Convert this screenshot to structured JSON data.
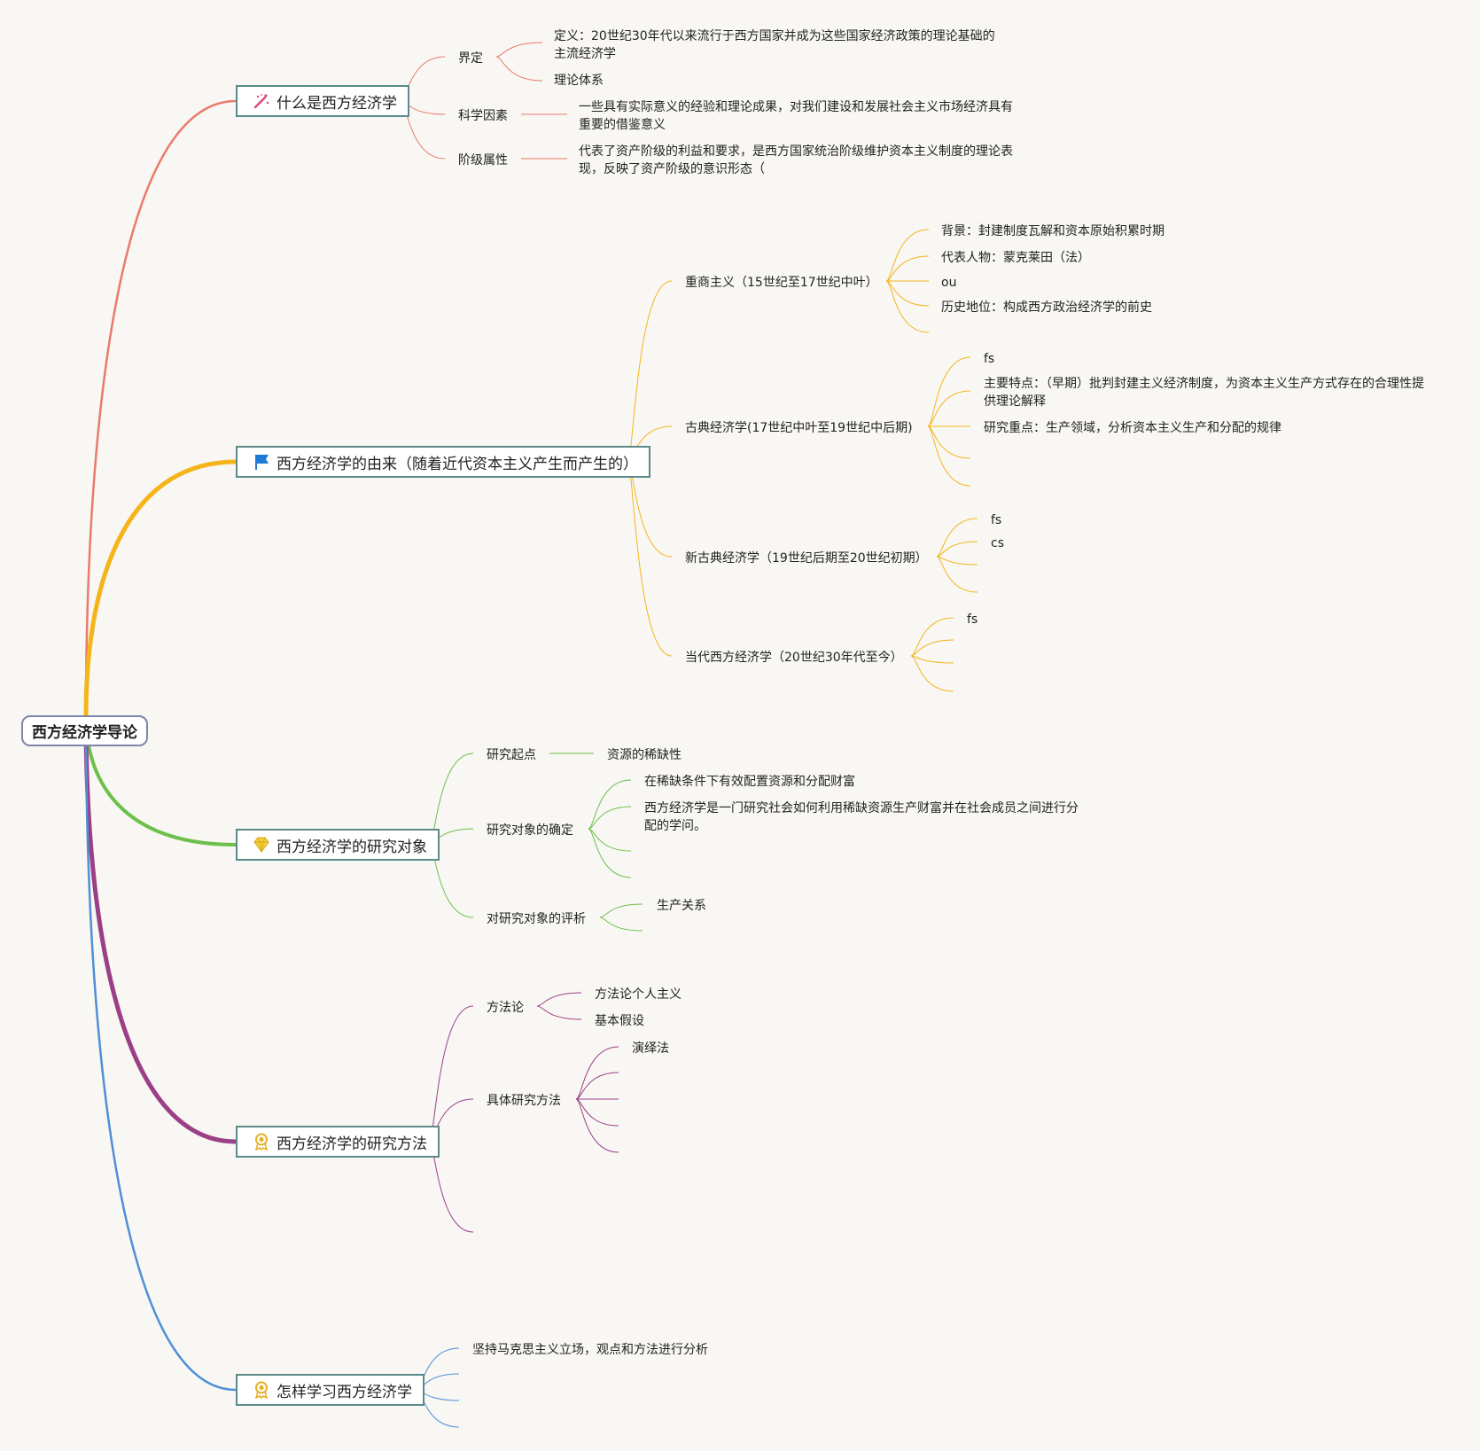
{
  "root": "西方经济学导论",
  "branches": [
    {
      "title": "什么是西方经济学",
      "icon": "magic-wand-icon",
      "color": "#ea7a6b",
      "children": [
        {
          "label": "界定",
          "children": [
            "定义：20世纪30年代以来流行于西方国家并成为这些国家经济政策的理论基础的主流经济学",
            "理论体系"
          ]
        },
        {
          "label": "科学因素",
          "children": [
            "一些具有实际意义的经验和理论成果，对我们建设和发展社会主义市场经济具有重要的借鉴意义"
          ]
        },
        {
          "label": "阶级属性",
          "children": [
            "代表了资产阶级的利益和要求，是西方国家统治阶级维护资本主义制度的理论表现，反映了资产阶级的意识形态（"
          ]
        }
      ]
    },
    {
      "title": "西方经济学的由来（随着近代资本主义产生而产生的）",
      "icon": "flag-icon",
      "color": "#f5b41a",
      "children": [
        {
          "label": "重商主义（15世纪至17世纪中叶）",
          "children": [
            "背景：封建制度瓦解和资本原始积累时期",
            "代表人物：蒙克莱田（法）",
            "ou",
            "历史地位：构成西方政治经济学的前史",
            ""
          ]
        },
        {
          "label": "古典经济学(17世纪中叶至19世纪中后期)",
          "children": [
            "fs",
            "主要特点：（早期）批判封建主义经济制度，为资本主义生产方式存在的合理性提供理论解释",
            "研究重点：生产领域，分析资本主义生产和分配的规律",
            "",
            ""
          ]
        },
        {
          "label": "新古典经济学（19世纪后期至20世纪初期）",
          "children": [
            "fs",
            "cs",
            "",
            ""
          ]
        },
        {
          "label": "当代西方经济学（20世纪30年代至今）",
          "children": [
            "fs",
            "",
            "",
            ""
          ]
        }
      ]
    },
    {
      "title": "西方经济学的研究对象",
      "icon": "diamond-icon",
      "color": "#6cc04a",
      "children": [
        {
          "label": "研究起点",
          "children": [
            "资源的稀缺性"
          ]
        },
        {
          "label": "研究对象的确定",
          "children": [
            "在稀缺条件下有效配置资源和分配财富",
            "西方经济学是一门研究社会如何利用稀缺资源生产财富并在社会成员之间进行分配的学问。",
            "",
            ""
          ]
        },
        {
          "label": "对研究对象的评析",
          "children": [
            "生产关系",
            ""
          ]
        }
      ]
    },
    {
      "title": "西方经济学的研究方法",
      "icon": "award-icon",
      "color": "#9b3f86",
      "children": [
        {
          "label": "方法论",
          "children": [
            "方法论个人主义",
            "基本假设"
          ]
        },
        {
          "label": "具体研究方法",
          "children": [
            "演绎法",
            "",
            "",
            "",
            ""
          ]
        },
        {
          "label": "",
          "children": []
        }
      ]
    },
    {
      "title": "怎样学习西方经济学",
      "icon": "award-icon",
      "color": "#4f8fd6",
      "children": [
        {
          "label": "坚持马克思主义立场，观点和方法进行分析",
          "children": []
        },
        {
          "label": "",
          "children": []
        },
        {
          "label": "",
          "children": []
        }
      ]
    }
  ]
}
